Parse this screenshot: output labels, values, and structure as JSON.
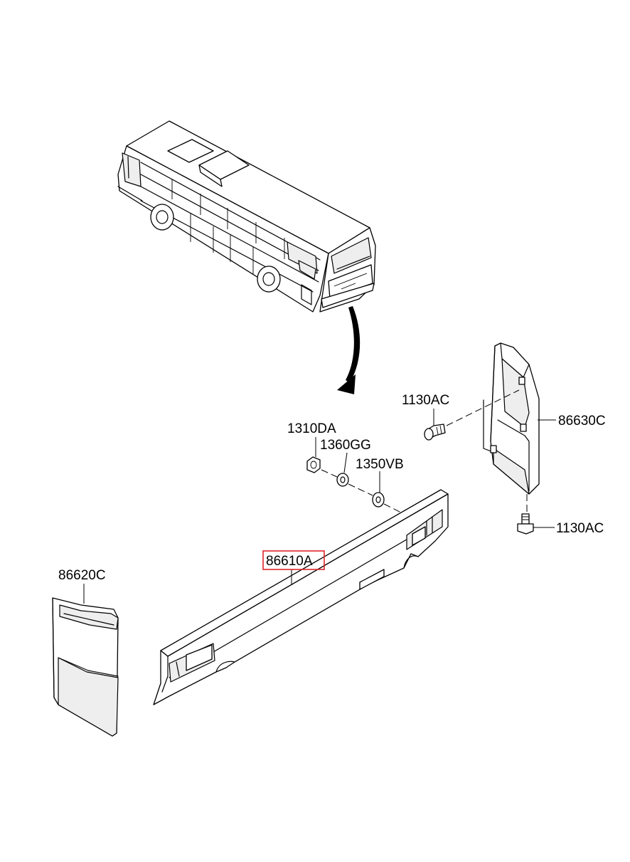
{
  "parts": {
    "rear_bumper": "86610A",
    "left_end_cap": "86620C",
    "right_end_cap": "86630C",
    "screw_upper": "1130AC",
    "screw_lower": "1130AC",
    "nut": "1310DA",
    "spring_washer": "1360GG",
    "flat_washer": "1350VB"
  },
  "highlighted_part": "86610A",
  "highlight_color": "#e0262b"
}
